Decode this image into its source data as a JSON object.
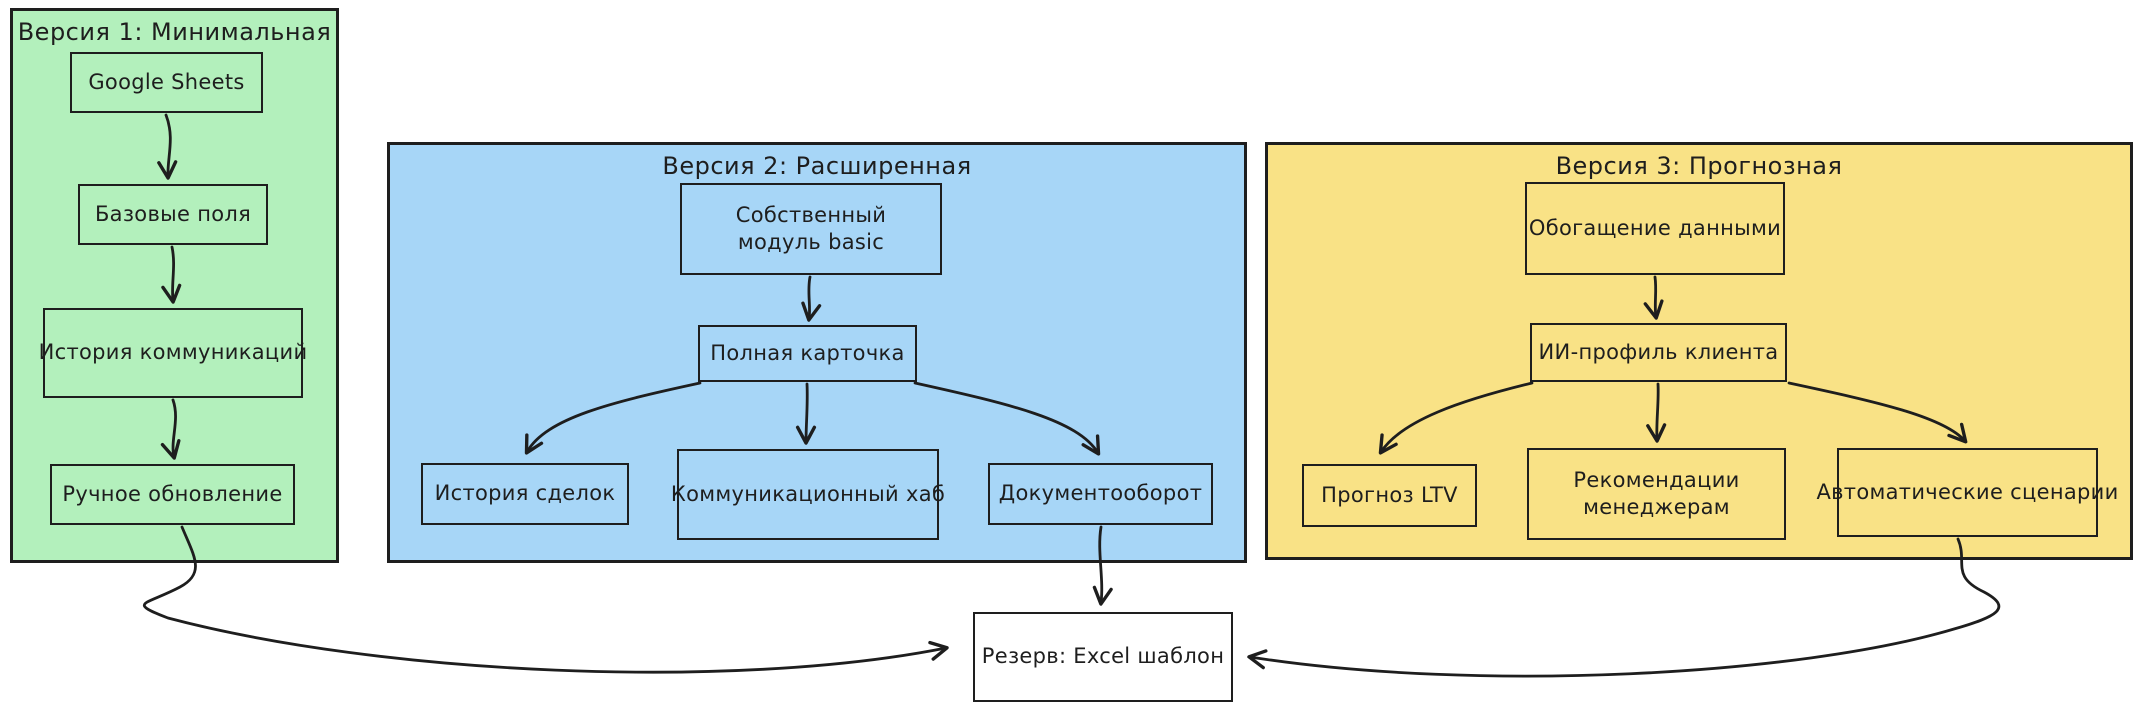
{
  "diagram": {
    "stroke_color": "#1e1e1e",
    "background": "#ffffff",
    "v1": {
      "title": "Версия 1: Минимальная",
      "fill": "#b3f0bc",
      "nodes": [
        {
          "label": "Google Sheets"
        },
        {
          "label": "Базовые поля"
        },
        {
          "label": "История коммуникаций"
        },
        {
          "label": "Ручное обновление"
        }
      ]
    },
    "v2": {
      "title": "Версия 2: Расширенная",
      "fill": "#a7d6f7",
      "nodes": [
        {
          "label": "Собственный модуль basic"
        },
        {
          "label": "Полная карточка"
        },
        {
          "label": "История сделок"
        },
        {
          "label": "Коммуникационный хаб"
        },
        {
          "label": "Документооборот"
        }
      ]
    },
    "v3": {
      "title": "Версия 3: Прогнозная",
      "fill": "#f9e286",
      "nodes": [
        {
          "label": "Обогащение данными"
        },
        {
          "label": "ИИ-профиль клиента"
        },
        {
          "label": "Прогноз LTV"
        },
        {
          "label": "Рекомендации менеджерам"
        },
        {
          "label": "Автоматические сценарии"
        }
      ]
    },
    "fallback": {
      "label": "Резерв: Excel шаблон",
      "fill": "#ffffff"
    },
    "edges": [
      {
        "from": "Google Sheets",
        "to": "Базовые поля"
      },
      {
        "from": "Базовые поля",
        "to": "История коммуникаций"
      },
      {
        "from": "История коммуникаций",
        "to": "Ручное обновление"
      },
      {
        "from": "Ручное обновление",
        "to": "Резерв: Excel шаблон"
      },
      {
        "from": "Собственный модуль basic",
        "to": "Полная карточка"
      },
      {
        "from": "Полная карточка",
        "to": "История сделок"
      },
      {
        "from": "Полная карточка",
        "to": "Коммуникационный хаб"
      },
      {
        "from": "Полная карточка",
        "to": "Документооборот"
      },
      {
        "from": "Документооборот",
        "to": "Резерв: Excel шаблон"
      },
      {
        "from": "Обогащение данными",
        "to": "ИИ-профиль клиента"
      },
      {
        "from": "ИИ-профиль клиента",
        "to": "Прогноз LTV"
      },
      {
        "from": "ИИ-профиль клиента",
        "to": "Рекомендации менеджерам"
      },
      {
        "from": "ИИ-профиль клиента",
        "to": "Автоматические сценарии"
      },
      {
        "from": "Автоматические сценарии",
        "to": "Резерв: Excel шаблон"
      }
    ]
  }
}
